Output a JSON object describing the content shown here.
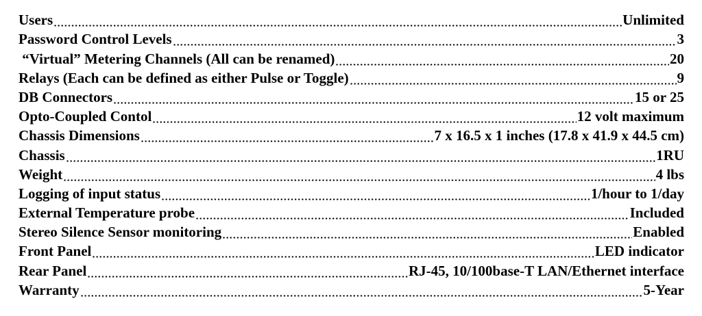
{
  "specs": [
    {
      "label": "Users",
      "value": "Unlimited"
    },
    {
      "label": "Password Control Levels",
      "value": "3"
    },
    {
      "label": " “Virtual” Metering Channels (All can be renamed)",
      "value": "20"
    },
    {
      "label": "Relays (Each can be defined as either Pulse or Toggle)",
      "value": "9"
    },
    {
      "label": "DB Connectors",
      "value": "15 or 25"
    },
    {
      "label": "Opto-Coupled Contol",
      "value": "12 volt maximum"
    },
    {
      "label": "Chassis Dimensions",
      "value": "7 x 16.5 x 1 inches (17.8 x 41.9 x 44.5 cm)"
    },
    {
      "label": "Chassis",
      "value": "1RU"
    },
    {
      "label": "Weight",
      "value": "4 lbs"
    },
    {
      "label": "Logging of input status",
      "value": "1/hour to 1/day"
    },
    {
      "label": "External Temperature probe",
      "value": "Included"
    },
    {
      "label": "Stereo Silence Sensor monitoring",
      "value": "Enabled"
    },
    {
      "label": "Front Panel",
      "value": "LED indicator"
    },
    {
      "label": "Rear Panel",
      "value": "RJ-45, 10/100base-T LAN/Ethernet interface"
    },
    {
      "label": "Warranty",
      "value": "5-Year"
    }
  ]
}
